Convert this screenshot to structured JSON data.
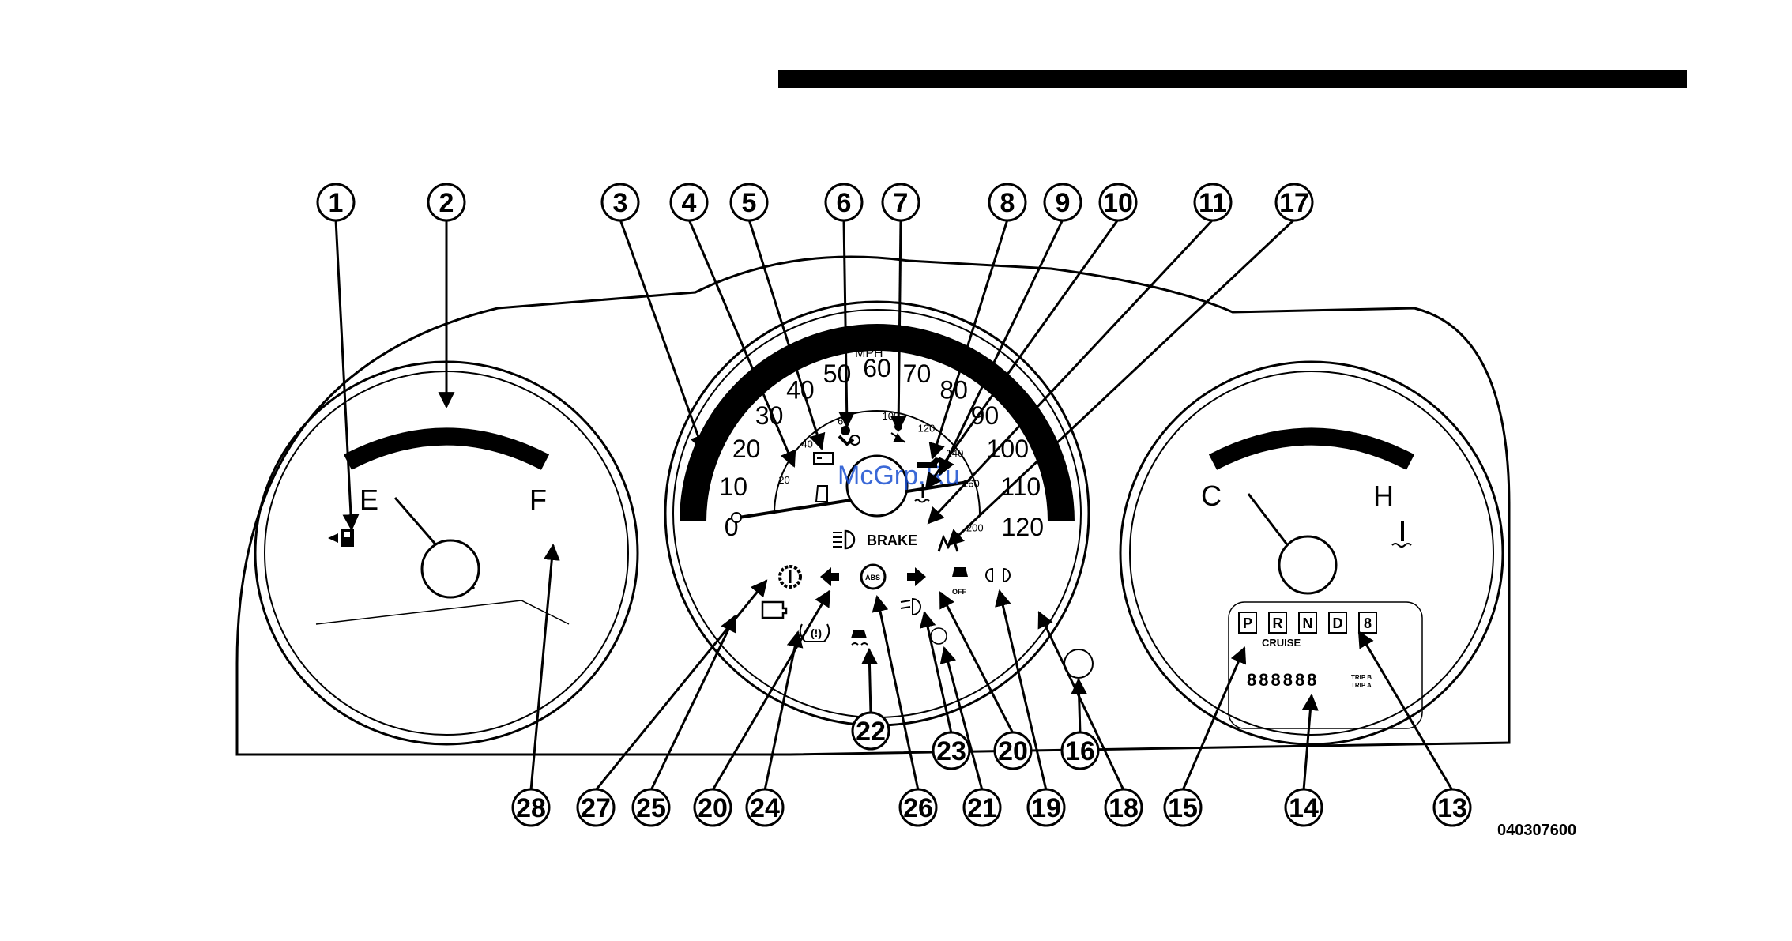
{
  "diagram": {
    "figure_code": "040307600",
    "watermark": "McGrp.Ru",
    "fuel_gauge": {
      "empty_label": "E",
      "full_label": "F"
    },
    "temp_gauge": {
      "cold_label": "C",
      "hot_label": "H"
    },
    "speedometer": {
      "mph_unit": "MPH",
      "mph_ticks": [
        "0",
        "10",
        "20",
        "30",
        "40",
        "50",
        "60",
        "70",
        "80",
        "90",
        "100",
        "110",
        "120"
      ],
      "kmh_ticks": [
        "20",
        "40",
        "60",
        "100",
        "120",
        "140",
        "160",
        "200"
      ]
    },
    "brake_label": "BRAKE",
    "abs_label": "ABS",
    "traction_off_label": "OFF",
    "prnd": [
      "P",
      "R",
      "N",
      "D",
      "8"
    ],
    "cruise_label": "CRUISE",
    "odometer": "888888",
    "trip_b_label": "TRIP B",
    "trip_a_label": "TRIP A",
    "callouts": [
      "1",
      "2",
      "3",
      "4",
      "5",
      "6",
      "7",
      "8",
      "9",
      "10",
      "11",
      "17",
      "28",
      "27",
      "25",
      "20",
      "24",
      "22",
      "26",
      "23",
      "21",
      "20",
      "19",
      "16",
      "18",
      "15",
      "14",
      "13"
    ],
    "icons": [
      "fuel-pump-icon",
      "airbag-icon",
      "seatbelt-icon",
      "oil-can-icon",
      "battery-icon",
      "coolant-icon",
      "high-beam-icon",
      "door-ajar-icon",
      "fog-lamp-icon",
      "transmission-temp-icon",
      "left-turn-icon",
      "abs-icon",
      "right-turn-icon",
      "traction-off-icon",
      "front-fog-icon",
      "check-engine-icon",
      "tire-pressure-icon",
      "skid-icon",
      "engine-temp-icon"
    ]
  }
}
